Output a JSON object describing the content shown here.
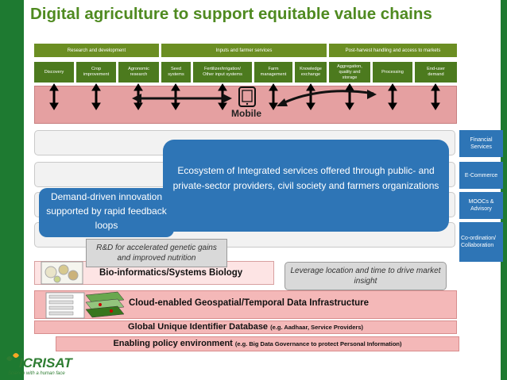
{
  "title": "Digital agriculture to support equitable value chains",
  "stage_headers": [
    {
      "label": "Research and development"
    },
    {
      "label": "Inputs and farmer services"
    },
    {
      "label": "Post-harvest handling and access to markets"
    }
  ],
  "activities": [
    {
      "line1": "Discovery",
      "line2": "",
      "line3": ""
    },
    {
      "line1": "Crop",
      "line2": "improvement",
      "line3": ""
    },
    {
      "line1": "Agronomic",
      "line2": "research",
      "line3": ""
    },
    {
      "line1": "Seed",
      "line2": "systems",
      "line3": ""
    },
    {
      "line1": "Fertilizer/irrigation/",
      "line2": "Other input systems",
      "line3": ""
    },
    {
      "line1": "Farm",
      "line2": "management",
      "line3": ""
    },
    {
      "line1": "Knowledge",
      "line2": "exchange",
      "line3": ""
    },
    {
      "line1": "Aggregation,",
      "line2": "quality and",
      "line3": "storage"
    },
    {
      "line1": "Processing",
      "line2": "",
      "line3": ""
    },
    {
      "line1": "End-user",
      "line2": "demand",
      "line3": ""
    }
  ],
  "mobile_label": "Mobile",
  "side_services": [
    {
      "label": "Financial Services"
    },
    {
      "label": "E-Commerce"
    },
    {
      "label": "MOOCs & Advisory"
    },
    {
      "label": "Co-ordination/ Collaboration"
    }
  ],
  "ecosystem_text": "Ecosystem of Integrated services offered through public- and private-sector providers, civil society and farmers organizations",
  "demand_text": "Demand-driven innovation supported by rapid feedback loops",
  "rd_text": "R&D for accelerated genetic gains and improved nutrition",
  "bio_label": "Bio-informatics/Systems Biology",
  "leverage_text": "Leverage location and time to drive market insight",
  "cloud_label": "Cloud-enabled Geospatial/Temporal Data Infrastructure",
  "guid_label": "Global Unique Identifier Database",
  "guid_note": "(e.g. Aadhaar, Service Providers)",
  "policy_label": "Enabling policy environment",
  "policy_note": "(e.g. Big Data Governance to protect Personal Information)",
  "logo": {
    "name": "ICRISAT",
    "tagline": "Science with a human face"
  },
  "colors": {
    "brand_green": "#1e7a31",
    "title_green": "#4f8a20",
    "header_olive": "#6b8e23",
    "activity_green": "#4c7a1e",
    "mobile_pink": "#e5a0a1",
    "layer_pink": "#f4b8b8",
    "service_blue": "#2e75b6"
  }
}
